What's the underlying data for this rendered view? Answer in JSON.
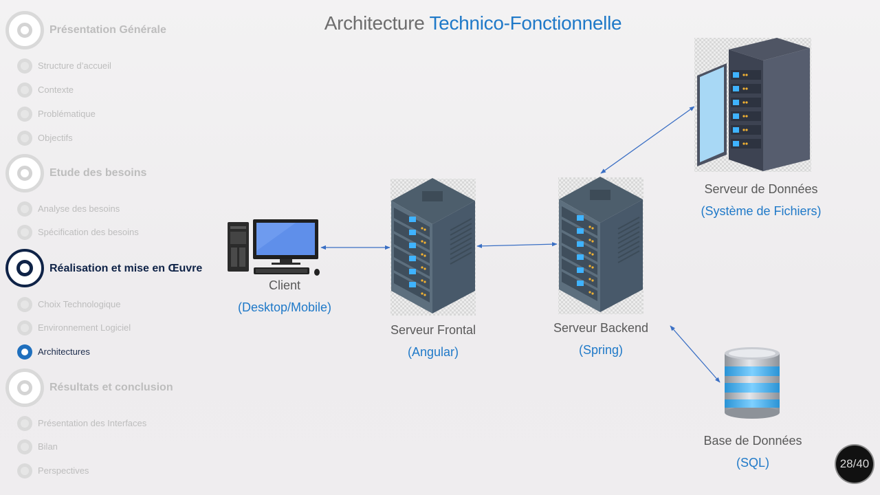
{
  "title": {
    "main": "Architecture",
    "accent": "Technico-Fonctionnelle"
  },
  "sidebar": {
    "sections": [
      {
        "label": "Présentation Générale",
        "active": false,
        "items": [
          "Structure  d’accueil",
          "Contexte",
          "Problématique",
          "Objectifs"
        ]
      },
      {
        "label": "Etude des besoins",
        "active": false,
        "items": [
          "Analyse des besoins",
          "Spécification des besoins"
        ]
      },
      {
        "label": "Réalisation et mise en Œuvre",
        "active": true,
        "items": [
          "Choix Technologique",
          "Environnement  Logiciel",
          "Architectures"
        ]
      },
      {
        "label": "Résultats et conclusion",
        "active": false,
        "items": [
          "Présentation des Interfaces",
          "Bilan",
          "Perspectives"
        ]
      }
    ],
    "active_item": "Architectures"
  },
  "nodes": {
    "client": {
      "name": "Client",
      "tech": "(Desktop/Mobile)",
      "icon": "desktop-computer-icon"
    },
    "frontend": {
      "name": "Serveur Frontal",
      "tech": "(Angular)",
      "icon": "server-rack-icon"
    },
    "backend": {
      "name": "Serveur Backend",
      "tech": "(Spring)",
      "icon": "server-rack-icon"
    },
    "data_server": {
      "name": "Serveur de Données",
      "tech": "(Système de Fichiers)",
      "icon": "server-cabinet-icon"
    },
    "database": {
      "name": "Base de Données",
      "tech": "(SQL)",
      "icon": "database-icon"
    }
  },
  "connections": [
    [
      "client",
      "frontend"
    ],
    [
      "frontend",
      "backend"
    ],
    [
      "backend",
      "data_server"
    ],
    [
      "backend",
      "database"
    ]
  ],
  "page": {
    "indicator": "28/40"
  },
  "colors": {
    "accent": "#1f79c8",
    "active_section": "#0f2347",
    "inactive": "#bdbdbd",
    "arrow": "#3a6fc4"
  }
}
